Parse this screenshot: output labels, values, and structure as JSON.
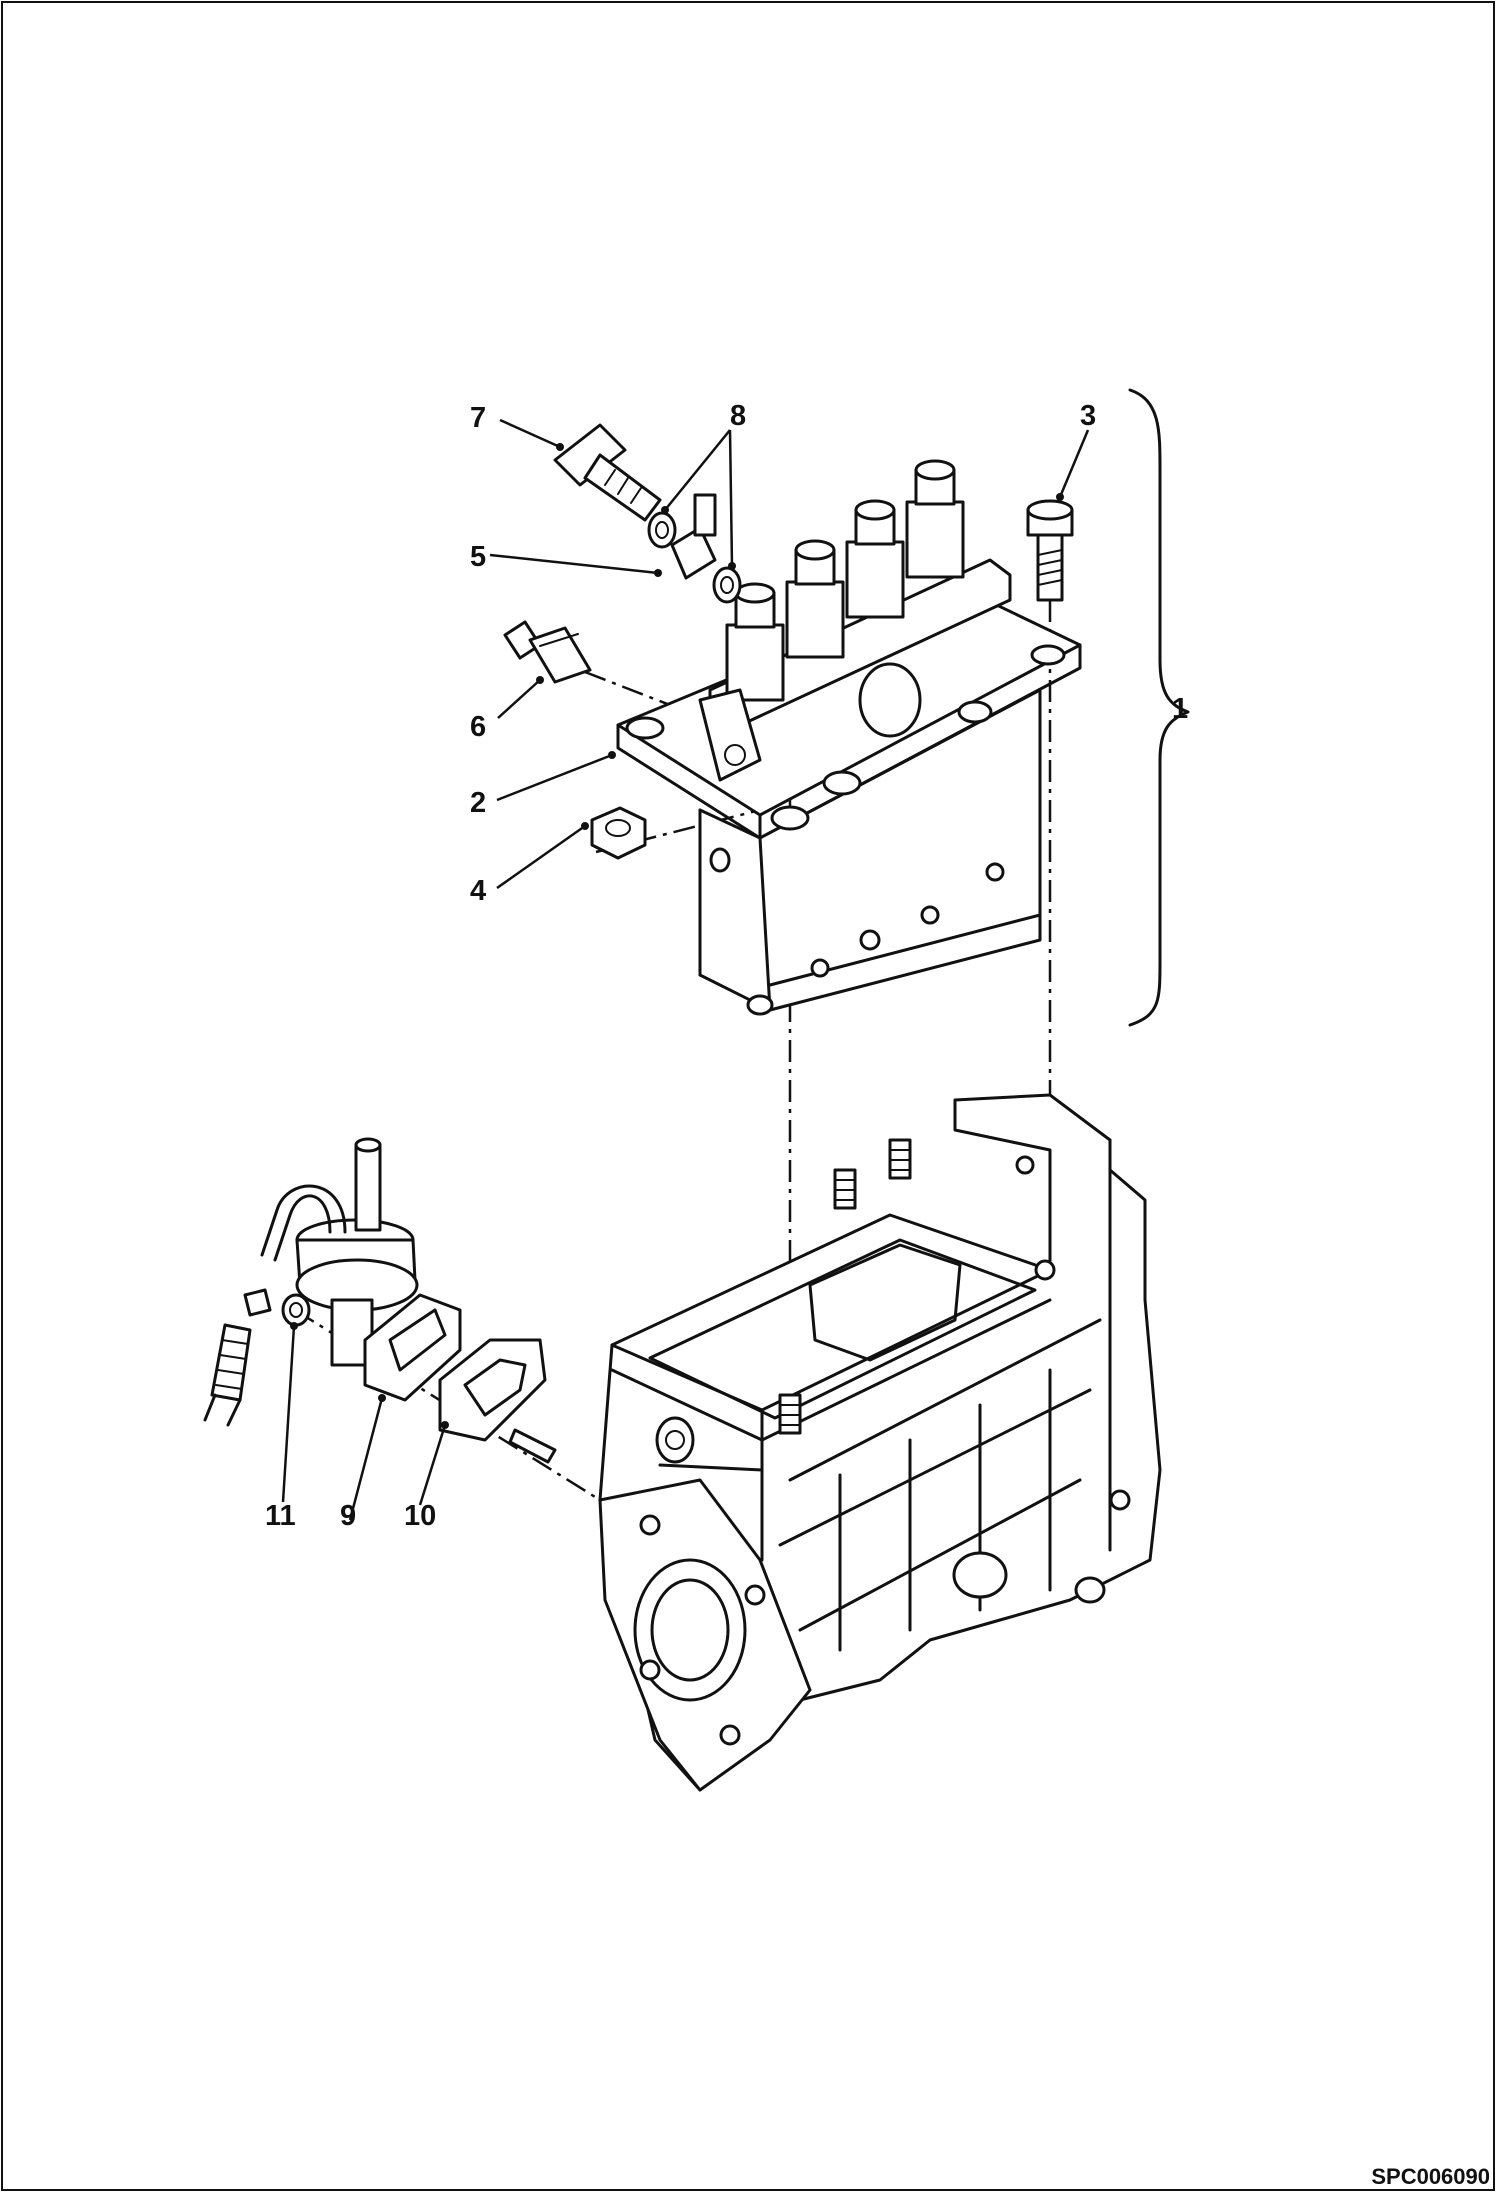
{
  "figure": {
    "drawing_code": "SPC006090",
    "callouts": {
      "c1": "1",
      "c2": "2",
      "c3": "3",
      "c4": "4",
      "c5": "5",
      "c6": "6",
      "c7": "7",
      "c8": "8",
      "c9": "9",
      "c10": "10",
      "c11": "11"
    },
    "line_color": "#111111",
    "background": "#ffffff"
  }
}
